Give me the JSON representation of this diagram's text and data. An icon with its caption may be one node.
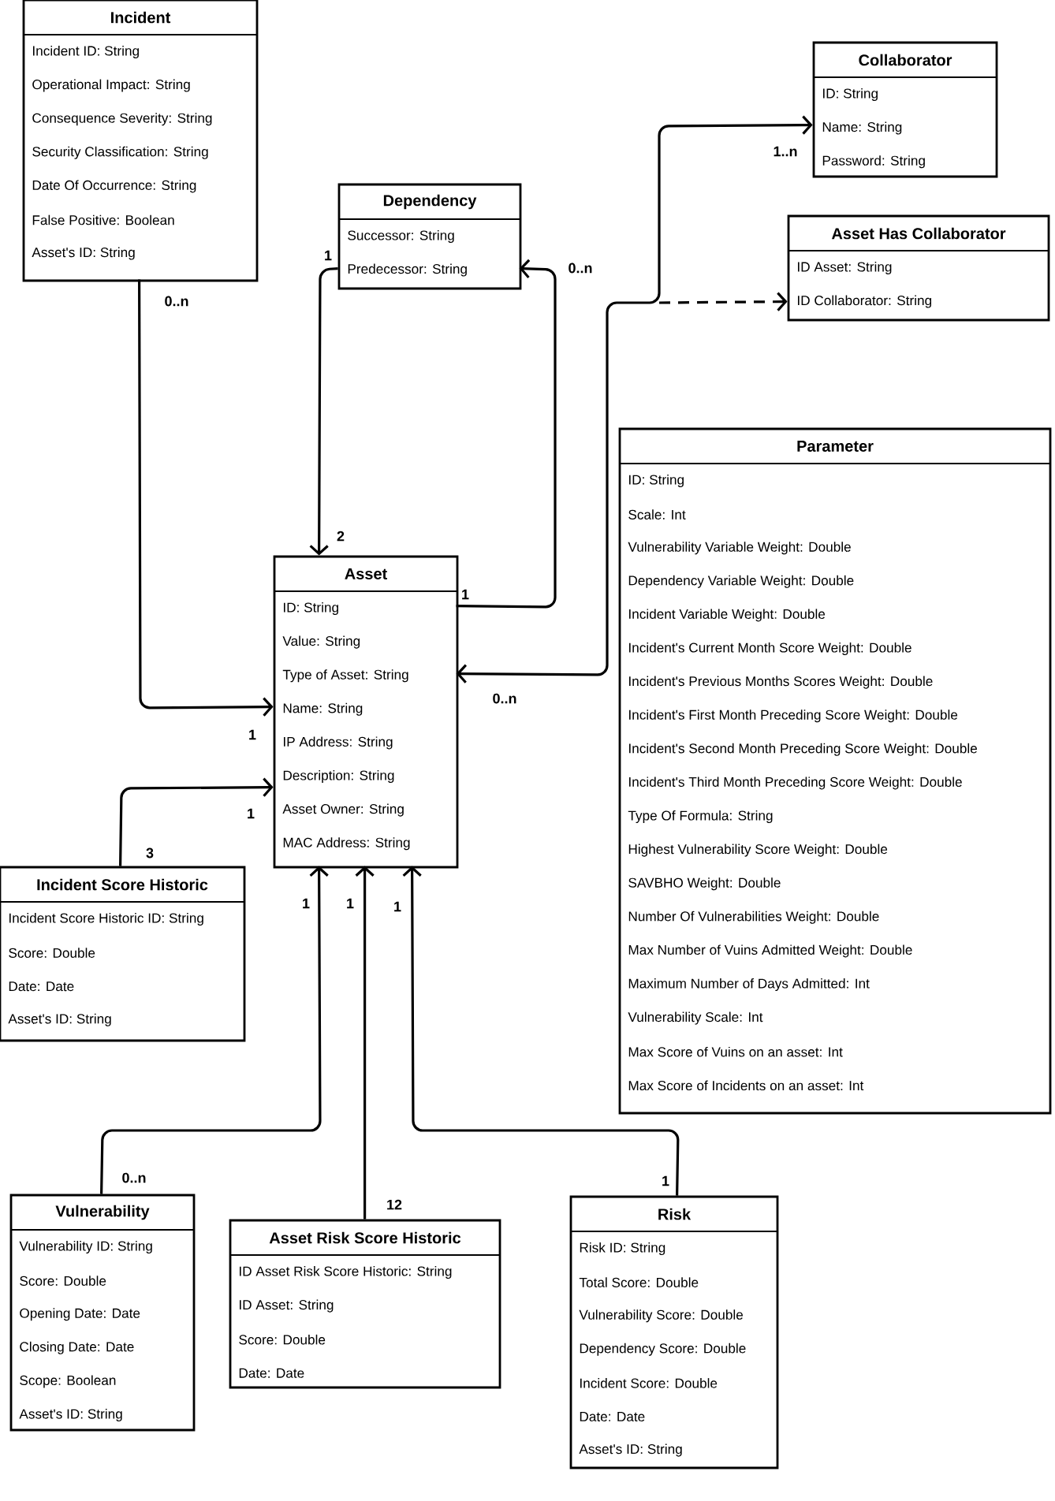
{
  "diagram": {
    "nodes": [
      {
        "text": [
          "Incident",
          "Incident ID: String",
          "Operational Impact: String",
          "Consequence Severity: String",
          "Security Classification: String",
          "Date Of Occurrence: String",
          "False Positive: Boolean",
          "Asset's ID: String"
        ]
      },
      {
        "text": [
          "Dependency",
          "Successor: String",
          "Predecessor: String"
        ]
      },
      {
        "text": [
          "Collaborator",
          "ID: String",
          "Name: String",
          "Password: String"
        ]
      },
      {
        "text": [
          "Asset Has Collaborator",
          "ID Asset: String",
          "ID Collaborator: String"
        ]
      },
      {
        "text": [
          "Parameter",
          "ID: String",
          "Scale: Int",
          "Vulnerability Variable Weight: Double",
          "Dependency Variable Weight: Double",
          "Incident Variable Weight: Double",
          "Incident's Current Month Score Weight: Double",
          "Incident's Previous Months Scores Weight: Double",
          "Incident's First Month Preceding Score Weight: Double",
          "Incident's Second Month Preceding Score Weight: Double",
          "Incident's Third Month Preceding Score Weight: Double",
          "Type Of Formula: String",
          "Highest Vulnerability Score Weight: Double",
          "SAVBHO Weight: Double",
          "Number Of Vulnerabilities Weight: Double",
          "Max Number of Vuins Admitted Weight: Double",
          "Maximum Number of Days Admitted: Int",
          "Vulnerability Scale: Int",
          "Max Score of Vuins on an asset: Int",
          "Max Score of Incidents on an asset: Int"
        ]
      },
      {
        "text": [
          "Asset",
          "ID: String",
          "Value: String",
          "Type of Asset: String",
          "Name: String",
          "IP Address: String",
          "Description: String",
          "Asset Owner: String",
          "MAC Address: String"
        ]
      },
      {
        "text": [
          "Incident Score Historic",
          "Incident Score Historic ID: String",
          "Score: Double",
          "Date: Date",
          "Asset's ID: String"
        ]
      },
      {
        "text": [
          "Vulnerability",
          "Vulnerability ID: String",
          "Score: Double",
          "Opening Date: Date",
          "Closing Date: Date",
          "Scope: Boolean",
          "Asset's ID: String"
        ]
      },
      {
        "text": [
          "Asset Risk Score Historic",
          "ID Asset Risk Score Historic: String",
          "ID Asset: String",
          "Score: Double",
          "Date: Date"
        ]
      },
      {
        "text": [
          "Risk",
          "Risk ID: String",
          "Total Score: Double",
          "Vulnerability Score: Double",
          "Dependency Score: Double",
          "Incident Score: Double",
          "Date: Date",
          "Asset's ID: String"
        ]
      }
    ],
    "edges": [
      {
        "from": 0,
        "to": 5,
        "arrow": "to"
      },
      {
        "from": 1,
        "to": 5,
        "arrow": "to"
      },
      {
        "from": 5,
        "to": 1,
        "arrow": "to"
      },
      {
        "from": 5,
        "to": 2,
        "arrow": "both"
      },
      {
        "from": null,
        "to": 3,
        "arrow": "to",
        "style": "dashed"
      },
      {
        "from": 6,
        "to": 5,
        "arrow": "to"
      },
      {
        "from": 7,
        "to": 5,
        "arrow": "to"
      },
      {
        "from": 8,
        "to": 5,
        "arrow": "to"
      },
      {
        "from": 9,
        "to": 5,
        "arrow": "to"
      }
    ],
    "labels": [
      "0..n",
      "1",
      "1",
      "2",
      "1",
      "0..n",
      "0..n",
      "1..n",
      "3",
      "1",
      "0..n",
      "1",
      "12",
      "1",
      "1",
      "1"
    ]
  }
}
